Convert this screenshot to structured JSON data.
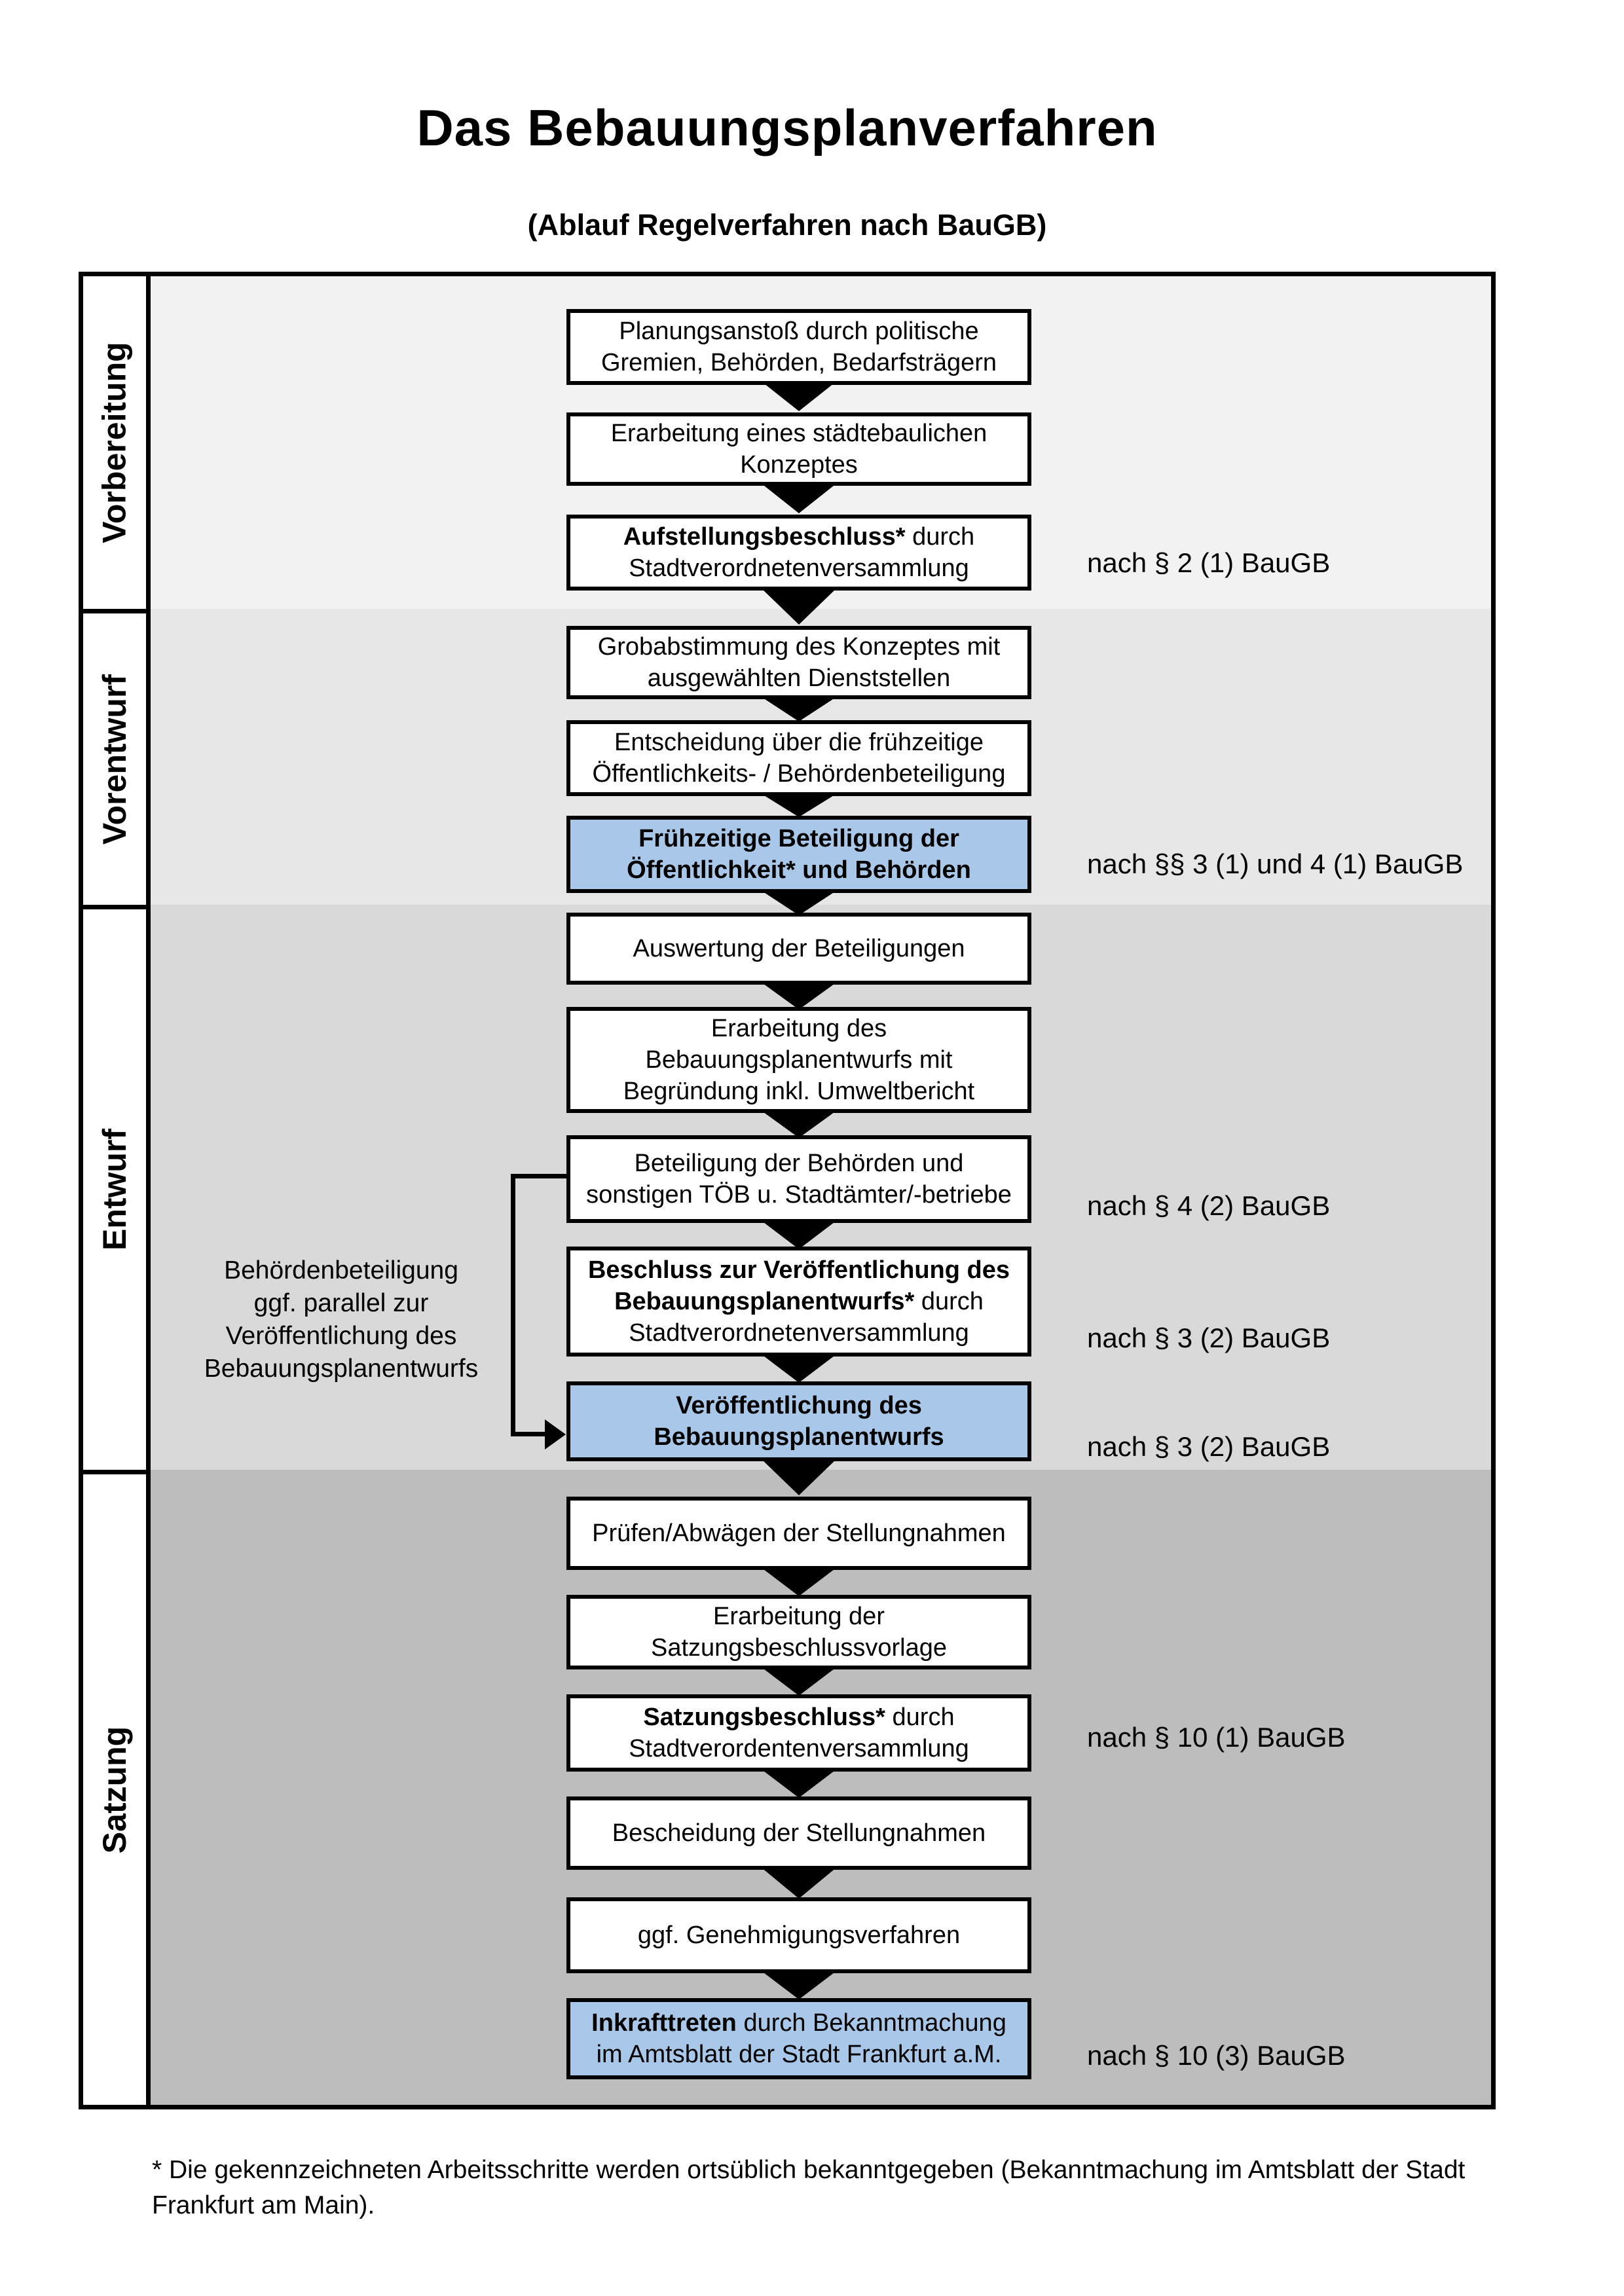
{
  "title": "Das Bebauungsplanverfahren",
  "subtitle": "(Ablauf Regelverfahren nach BauGB)",
  "sidebar": {
    "s1": "Vorbereitung",
    "s2": "Vorentwurf",
    "s3": "Entwurf",
    "s4": "Satzung"
  },
  "boxes": {
    "b1": {
      "l1": "Planungsanstoß durch politische",
      "l2": "Gremien, Behörden, Bedarfsträgern"
    },
    "b2": {
      "l1": "Erarbeitung eines städtebaulichen",
      "l2": "Konzeptes"
    },
    "b3": {
      "bold": "Aufstellungsbeschluss*",
      "rest": " durch",
      "l2": "Stadtverordnetenversammlung"
    },
    "b4": {
      "l1": "Grobabstimmung des Konzeptes mit",
      "l2": "ausgewählten Dienststellen"
    },
    "b5": {
      "l1": "Entscheidung über die frühzeitige",
      "l2": "Öffentlichkeits- / Behördenbeteiligung"
    },
    "b6": {
      "bold1": "Frühzeitige Beteiligung der",
      "bold2": "Öffentlichkeit* und Behörden"
    },
    "b7": {
      "l1": "Auswertung der Beteiligungen"
    },
    "b8": {
      "l1": "Erarbeitung des",
      "l2": "Bebauungsplanentwurfs mit",
      "l3": "Begründung inkl. Umweltbericht"
    },
    "b9": {
      "l1": "Beteiligung der Behörden und",
      "l2": "sonstigen TÖB u. Stadtämter/-betriebe"
    },
    "b10": {
      "bold1": "Beschluss zur Veröffentlichung des",
      "bold2": "Bebauungsplanentwurfs*",
      "rest": " durch",
      "l3": "Stadtverordnetenversammlung"
    },
    "b11": {
      "bold1": "Veröffentlichung des",
      "bold2": "Bebauungsplanentwurfs"
    },
    "b12": {
      "l1": "Prüfen/Abwägen der Stellungnahmen"
    },
    "b13": {
      "l1": "Erarbeitung der",
      "l2": "Satzungsbeschlussvorlage"
    },
    "b14": {
      "bold": "Satzungsbeschluss*",
      "rest": " durch",
      "l2": "Stadtverordentenversammlung"
    },
    "b15": {
      "l1": "Bescheidung der Stellungnahmen"
    },
    "b16": {
      "l1": "ggf. Genehmigungsverfahren"
    },
    "b17": {
      "bold": "Inkrafttreten",
      "rest": " durch Bekanntmachung",
      "l2": "im Amtsblatt der Stadt Frankfurt a.M."
    }
  },
  "annotations": {
    "a1": "nach § 2 (1) BauGB",
    "a2": "nach §§ 3 (1) und 4 (1) BauGB",
    "a3": "nach § 4 (2) BauGB",
    "a4": "nach § 3 (2) BauGB",
    "a5": "nach § 3 (2) BauGB",
    "a6": "nach § 10 (1) BauGB",
    "a7": "nach § 10 (3) BauGB"
  },
  "side_note": {
    "l1": "Behördenbeteiligung",
    "l2": "ggf. parallel zur",
    "l3": "Veröffentlichung des",
    "l4": "Bebauungsplanentwurfs"
  },
  "footnote": {
    "l1": "* Die gekennzeichneten Arbeitsschritte werden ortsüblich bekanntgegeben (Bekanntmachung im Amtsblatt der Stadt",
    "l2": "Frankfurt am Main)."
  },
  "colors": {
    "highlight_box": "#a9c7e8",
    "section_vorbereitung": "#f2f2f2",
    "section_vorentwurf": "#e7e7e7",
    "section_entwurf": "#d9d9d9",
    "section_satzung": "#bdbdbd",
    "line": "#000000"
  }
}
